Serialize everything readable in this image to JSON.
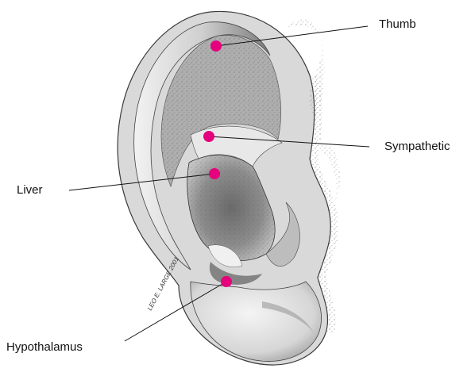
{
  "diagram": {
    "point_color": "#e5007d",
    "points": [
      {
        "id": "thumb",
        "label": "Thumb"
      },
      {
        "id": "sympathetic",
        "label": "Sympathetic"
      },
      {
        "id": "liver",
        "label": "Liver"
      },
      {
        "id": "hypothalamus",
        "label": "Hypothalamus"
      }
    ],
    "illustrator_signature": "LEO E. LARGE 2001"
  }
}
